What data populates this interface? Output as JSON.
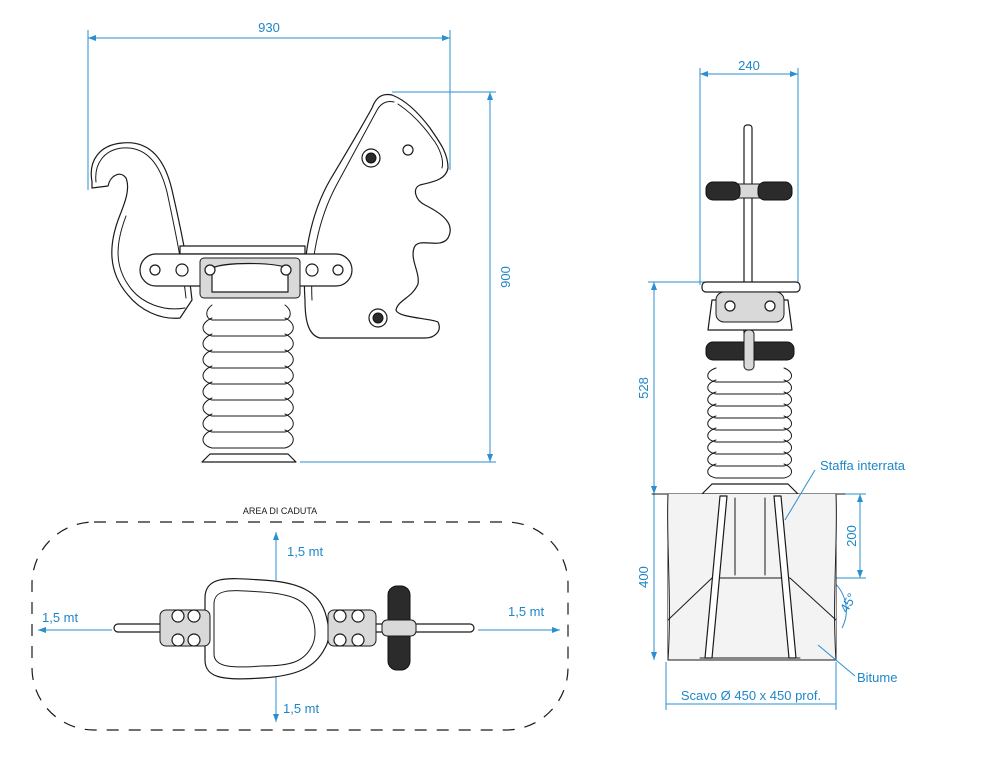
{
  "dimensions": {
    "width_930": "930",
    "height_900": "900",
    "width_240": "240",
    "height_528": "528",
    "depth_400": "400",
    "depth_200": "200",
    "angle_45": "45°"
  },
  "fall_area": {
    "title": "AREA DI CADUTA",
    "left": "1,5 mt",
    "right": "1,5 mt",
    "top": "1,5 mt",
    "bottom": "1,5 mt"
  },
  "foundation": {
    "bracket_label": "Staffa interrata",
    "bitumen_label": "Bitume",
    "excavation_label": "Scavo Ø 450 x 450 prof."
  },
  "colors": {
    "dimension": "#1f86c8",
    "ink": "#1a1a1a",
    "handle": "#2b2b2b"
  }
}
